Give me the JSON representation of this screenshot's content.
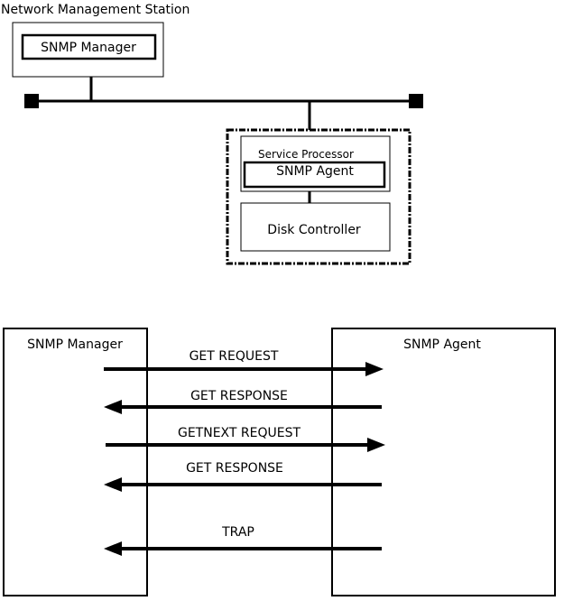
{
  "topology": {
    "nms_title": "Network Management Station",
    "manager_label": "SNMP Manager",
    "service_processor_label": "Service Processor",
    "agent_label": "SNMP Agent",
    "disk_controller_label": "Disk Controller"
  },
  "sequence": {
    "manager_header": "SNMP Manager",
    "agent_header": "SNMP Agent",
    "messages": [
      {
        "label": "GET REQUEST",
        "direction": "to-agent"
      },
      {
        "label": "GET RESPONSE",
        "direction": "to-manager"
      },
      {
        "label": "GETNEXT REQUEST",
        "direction": "to-agent"
      },
      {
        "label": "GET RESPONSE",
        "direction": "to-manager"
      },
      {
        "label": "TRAP",
        "direction": "to-manager"
      }
    ]
  }
}
